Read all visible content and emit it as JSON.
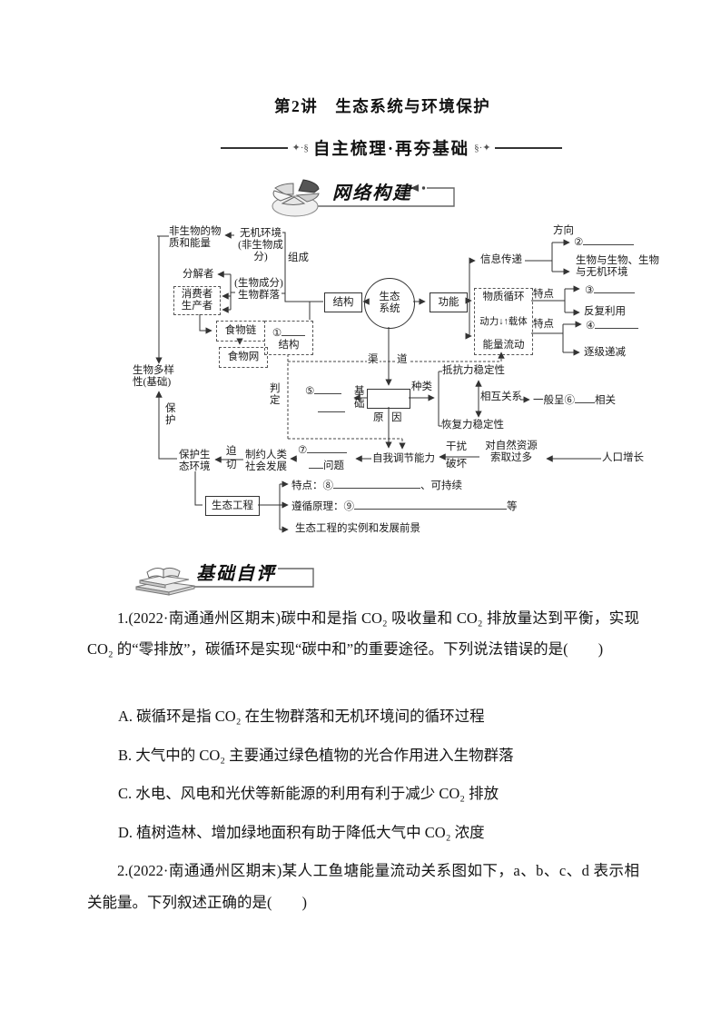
{
  "page": {
    "title": "第2讲　生态系统与环境保护",
    "section_header": "自主梳理·再夯基础",
    "badge_network": "网络构建",
    "badge_selftest": "基础自评",
    "accent_color": "#333333"
  },
  "diagram": {
    "nodes": {
      "abiotic": "非生物的物\n质和能量",
      "inorganic": "无机环境\n(非生物成分)",
      "compose": "组成",
      "decomposer": "分解者",
      "bioComponent": "(生物成分)\n生物群落",
      "consumerProducer": "消费者\n生产者",
      "foodChain": "食物链",
      "foodWeb": "食物网",
      "structNum": "①",
      "structLabel": "结构",
      "structure": "结构",
      "ecosystem": "生态\n系统",
      "func": "功能",
      "info": "信息传递",
      "direction": "方向",
      "item2": "②",
      "bioBio": "生物与生物、生物\n与无机环境",
      "matterCycle": "物质循环",
      "powerCarrier": "动力↓↑载体",
      "energyFlow": "能量流动",
      "feature1": "特点",
      "item3": "③",
      "reuse": "反复利用",
      "feature2": "特点",
      "item4": "④",
      "decrease": "逐级递减",
      "channelA": "渠",
      "channelB": "道",
      "resist": "抵抗力稳定性",
      "recover": "恢复力稳定性",
      "relation": "相互关系",
      "item6pre": "一般呈⑥",
      "item6post": "相关",
      "kinds": "种类",
      "basis": "基\n础",
      "item5": "⑤",
      "judge": "判\n定",
      "reasonA": "原",
      "reasonB": "因",
      "selfReg": "自我调节能力",
      "disturb": "干扰",
      "destroy": "破坏",
      "overExploit": "对自然资源\n索取过多",
      "population": "人口增长",
      "item7num": "⑦",
      "item7post": "问题",
      "restrict": "制约人类\n社会发展",
      "urgent": "迫\n切",
      "protectEnv": "保护生\n态环境",
      "biodiversity": "生物多样\n性(基础)",
      "protect": "保\n护",
      "ecoEngineering": "生态工程",
      "feature8pre": "特点：⑧",
      "feature8post": "、可持续",
      "principle9pre": "遵循原理：⑨",
      "principle9post": "等",
      "examples": "生态工程的实例和发展前景"
    }
  },
  "questions": {
    "q1": {
      "stem": "1.(2022·南通通州区期末)碳中和是指 CO₂ 吸收量和 CO₂ 排放量达到平衡，实现 CO₂ 的“零排放”，碳循环是实现“碳中和”的重要途径。下列说法错误的是(　　)",
      "options": [
        "A. 碳循环是指 CO₂ 在生物群落和无机环境间的循环过程",
        "B. 大气中的 CO₂ 主要通过绿色植物的光合作用进入生物群落",
        "C. 水电、风电和光伏等新能源的利用有利于减少 CO₂ 排放",
        "D. 植树造林、增加绿地面积有助于降低大气中 CO₂ 浓度"
      ]
    },
    "q2": {
      "stem": "2.(2022·南通通州区期末)某人工鱼塘能量流动关系图如下，a、b、c、d 表示相关能量。下列叙述正确的是(　　)"
    }
  }
}
